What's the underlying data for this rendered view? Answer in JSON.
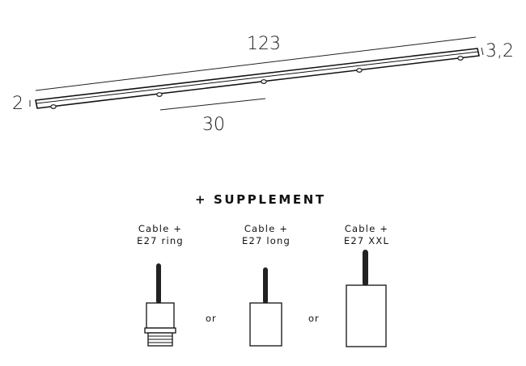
{
  "diagram": {
    "dimensions": {
      "length": "123",
      "height_end": "3,2",
      "width_end": "2",
      "spacing": "30"
    },
    "supplement": {
      "title": "+ SUPPLEMENT",
      "separator": "or",
      "options": [
        {
          "line1": "Cable +",
          "line2": "E27 ring"
        },
        {
          "line1": "Cable +",
          "line2": "E27 long"
        },
        {
          "line1": "Cable +",
          "line2": "E27 XXL"
        }
      ]
    }
  }
}
